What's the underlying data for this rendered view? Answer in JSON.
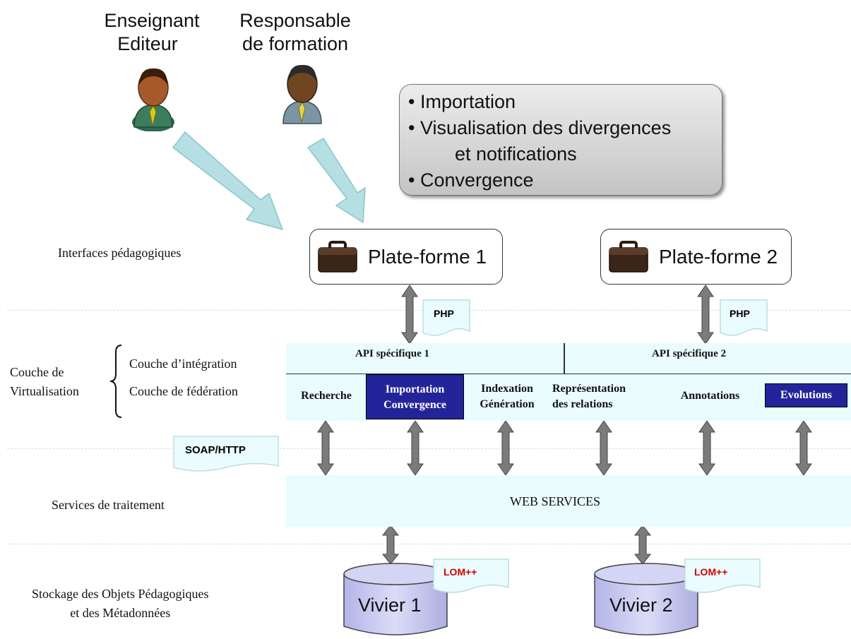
{
  "actors": [
    {
      "line1": "Enseignant",
      "line2": "Editeur"
    },
    {
      "line1": "Responsable",
      "line2": "de formation"
    }
  ],
  "callout": {
    "items": [
      "Importation",
      "Visualisation des divergences",
      "et notifications",
      "Convergence"
    ]
  },
  "layers": {
    "interfaces": "Interfaces pédagogiques",
    "virtualisation_line1": "Couche de",
    "virtualisation_line2": "Virtualisation",
    "integration": "Couche d’intégration",
    "federation": "Couche de fédération",
    "services": "Services de traitement",
    "storage_line1": "Stockage des Objets Pédagogiques",
    "storage_line2": "et des Métadonnées"
  },
  "platforms": [
    {
      "label": "Plate-forme 1"
    },
    {
      "label": "Plate-forme 2"
    }
  ],
  "protocols": {
    "php1": "PHP",
    "php2": "PHP",
    "soap": "SOAP/HTTP",
    "lom1": "LOM++",
    "lom2": "LOM++"
  },
  "api": [
    "API spécifique 1",
    "API spécifique 2"
  ],
  "federation_cells": [
    {
      "line1": "Recherche",
      "line2": ""
    },
    {
      "line1": "Importation",
      "line2": "Convergence"
    },
    {
      "line1": "Indexation",
      "line2": "Génération"
    },
    {
      "line1": "Représentation",
      "line2": "des relations"
    },
    {
      "line1": "Annotations",
      "line2": ""
    },
    {
      "line1": "Evolutions",
      "line2": ""
    }
  ],
  "web_services": "WEB SERVICES",
  "viviers": [
    {
      "label": "Vivier 1"
    },
    {
      "label": "Vivier 2"
    }
  ],
  "colors": {
    "light_box": "#eafcfd",
    "dark_cell": "#24249a",
    "arrow_teal": "#b5dfe3",
    "arrow_gray": "#7b7b7b",
    "cylinder": "#c9c9ef"
  }
}
